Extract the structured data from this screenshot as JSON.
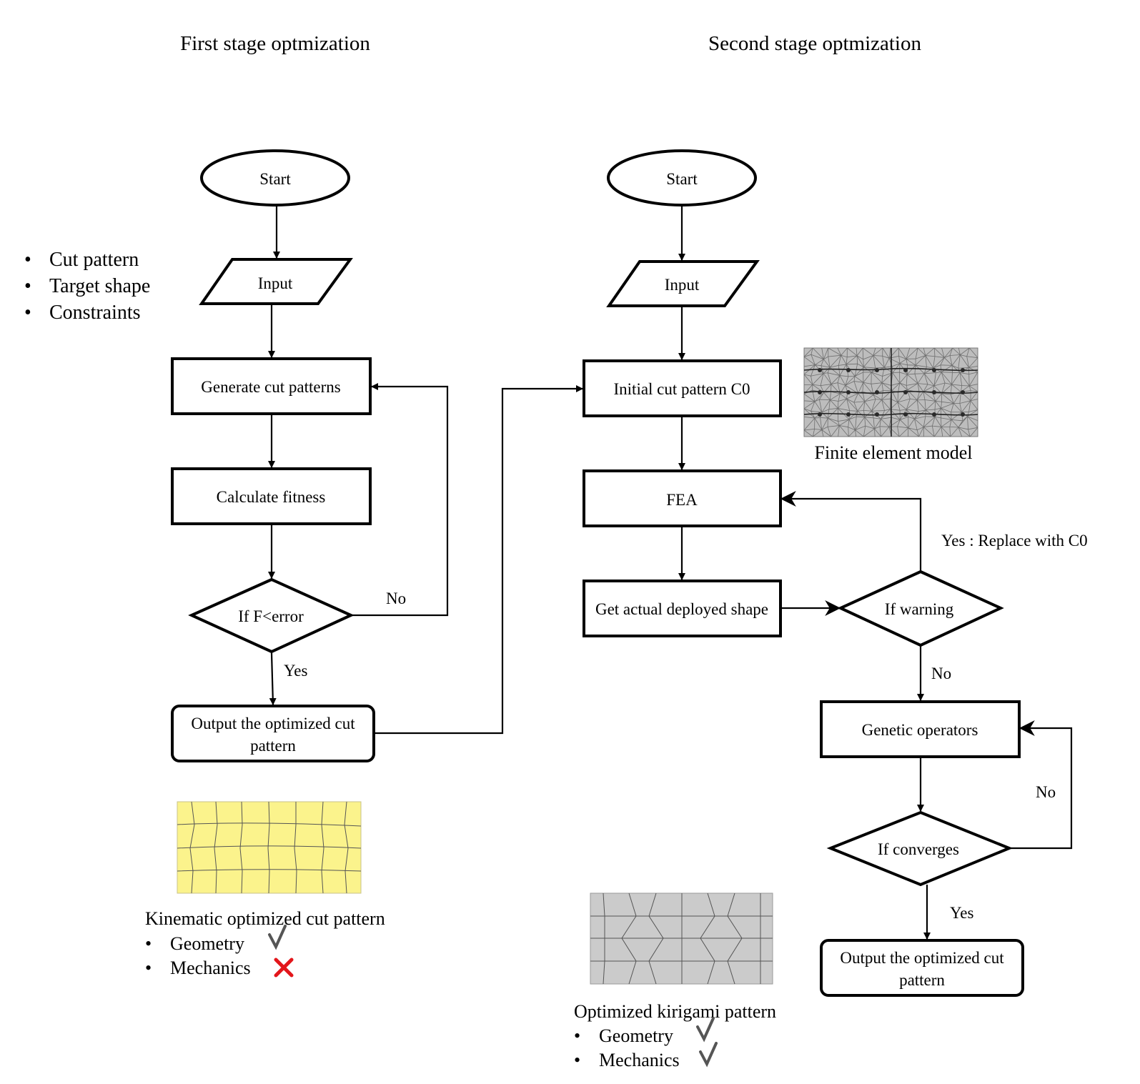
{
  "titles": {
    "first": "First stage optmization",
    "second": "Second stage optmization"
  },
  "stage1": {
    "start": "Start",
    "input": "Input",
    "generate": "Generate cut patterns",
    "fitness": "Calculate fitness",
    "decision": "If F<error",
    "output_line1": "Output the optimized cut",
    "output_line2": "pattern",
    "edge_no": "No",
    "edge_yes": "Yes"
  },
  "input_list": [
    "Cut pattern",
    "Target shape",
    "Constraints"
  ],
  "stage2": {
    "start": "Start",
    "input": "Input",
    "initial": "Initial cut pattern C0",
    "fea": "FEA",
    "deployed": "Get actual deployed shape",
    "warning": "If warning",
    "genetic": "Genetic operators",
    "converges": "If converges",
    "output_line1": "Output the optimized cut",
    "output_line2": "pattern",
    "edge_replace": "Yes : Replace with C0",
    "edge_no_warning": "No",
    "edge_no_converge": "No",
    "edge_yes": "Yes"
  },
  "fe_model_caption": "Finite element model",
  "kinematic": {
    "caption": "Kinematic optimized cut pattern",
    "items": [
      {
        "label": "Geometry",
        "mark": "check-icon"
      },
      {
        "label": "Mechanics",
        "mark": "cross-icon"
      }
    ]
  },
  "kirigami": {
    "caption": "Optimized kirigami pattern",
    "items": [
      {
        "label": "Geometry",
        "mark": "check-icon"
      },
      {
        "label": "Mechanics",
        "mark": "check-icon"
      }
    ]
  },
  "colors": {
    "kinematic_fill": "#fbf38c",
    "kirigami_fill": "#cbcbcb",
    "mesh_fill": "#bdbdbd",
    "cross": "#e3161b",
    "check": "#555555"
  }
}
